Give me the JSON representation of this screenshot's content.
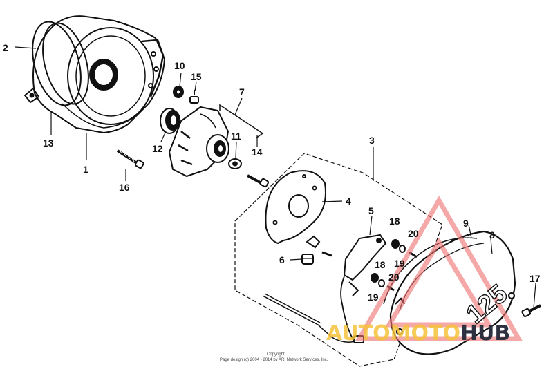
{
  "diagram": {
    "callouts": {
      "c1": "1",
      "c2": "2",
      "c3": "3",
      "c4": "4",
      "c5": "5",
      "c6": "6",
      "c7": "7",
      "c8": "8",
      "c9": "9",
      "c10": "10",
      "c11": "11",
      "c12": "12",
      "c13": "13",
      "c14": "14",
      "c15": "15",
      "c16": "16",
      "c17": "17",
      "c18a": "18",
      "c18b": "18",
      "c19a": "19",
      "c19b": "19",
      "c20a": "20",
      "c20b": "20"
    },
    "cover_marking": "125",
    "copyright": {
      "line1": "Copyright",
      "line2": "Page design (c) 2004 - 2014 by ARI Network Services, Inc."
    }
  },
  "watermark": {
    "word_a": "AUTOMOTO",
    "word_b": "HUB",
    "color_a": "#f5c23a",
    "color_b": "#2d3140",
    "triangle_color": "#f07070"
  }
}
